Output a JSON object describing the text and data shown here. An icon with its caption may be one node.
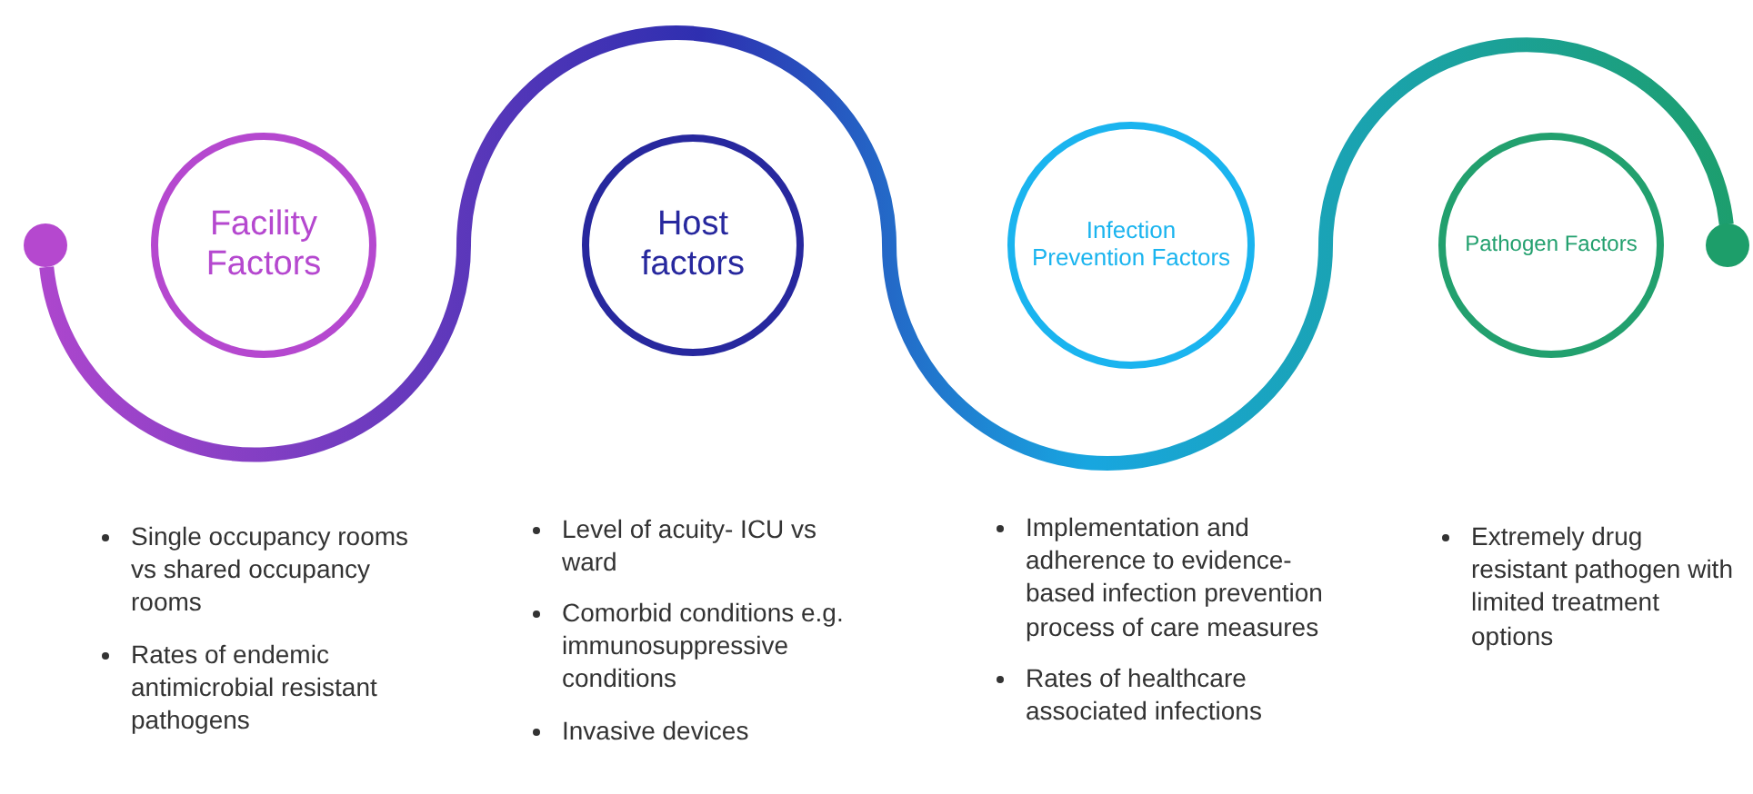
{
  "diagram": {
    "nodes": [
      {
        "text": [],
        "shape": "circle"
      },
      {
        "text": [
          "Facility Factors"
        ]
      },
      {
        "text": [
          "Host factors"
        ]
      },
      {
        "text": [
          "Infection Prevention Factors"
        ]
      },
      {
        "text": [
          "Pathogen Factors"
        ]
      },
      {
        "text": [],
        "shape": "circle"
      }
    ],
    "edges": [
      {
        "from": 0,
        "to": 5,
        "arrow": "none"
      }
    ],
    "labels": [
      "Single occupancy rooms vs shared occupancy rooms",
      "Rates of endemic antimicrobial resistant pathogens",
      "Level of acuity- ICU vs ward",
      "Comorbid conditions e.g. immunosuppressive conditions",
      "Invasive devices",
      "Implementation and adherence to evidence-based infection prevention process of care measures",
      "Rates of healthcare associated infections",
      "Extremely drug resistant pathogen with limited treatment options"
    ]
  }
}
